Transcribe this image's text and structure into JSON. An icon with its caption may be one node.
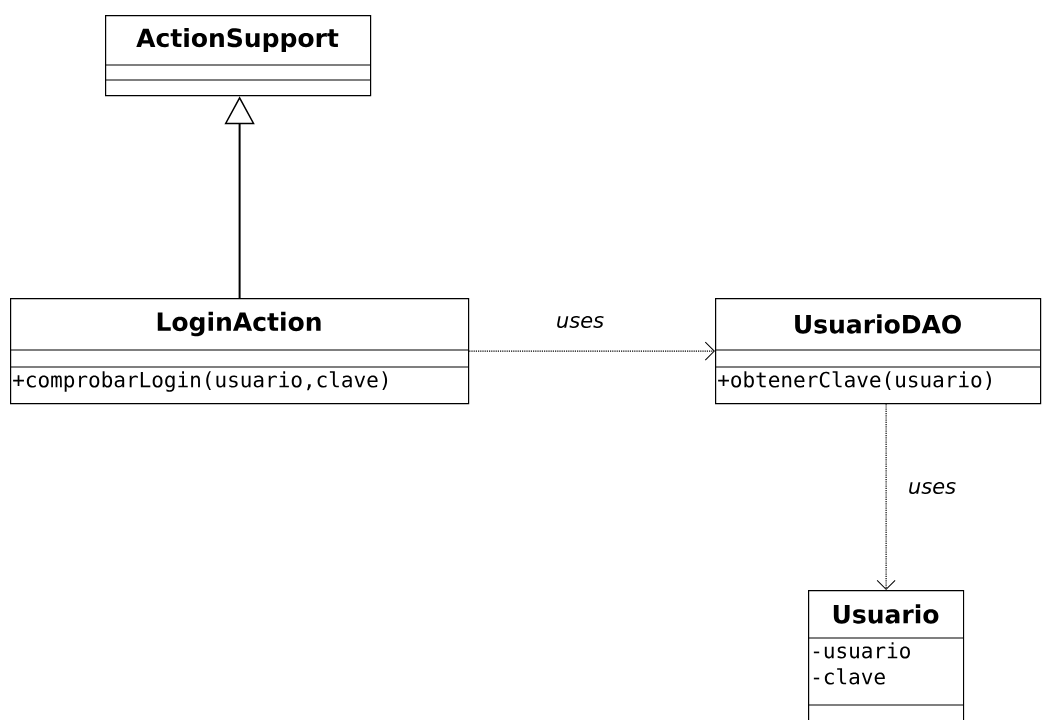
{
  "diagram": {
    "nodes": [
      {
        "text": [
          "ActionSupport"
        ]
      },
      {
        "text": [
          "LoginAction",
          "+comprobarLogin(usuario,clave)"
        ]
      },
      {
        "text": [
          "UsuarioDAO",
          "+obtenerClave(usuario)"
        ]
      },
      {
        "text": [
          "Usuario",
          "-usuario",
          "-clave"
        ]
      }
    ],
    "edges": [
      {
        "from": 1,
        "to": 0,
        "arrow": "to"
      },
      {
        "from": 1,
        "to": 2,
        "arrow": "to",
        "label": "uses",
        "style": "dashed"
      },
      {
        "from": 2,
        "to": 3,
        "arrow": "to",
        "label": "uses",
        "style": "dashed"
      }
    ]
  }
}
